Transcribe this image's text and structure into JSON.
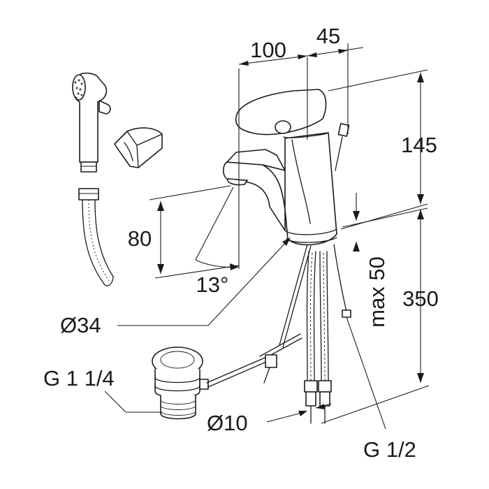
{
  "dimensions": {
    "width_100": "100",
    "offset_45": "45",
    "height_145": "145",
    "height_80": "80",
    "angle_13": "13°",
    "diameter_34": "Ø34",
    "max_50": "max 50",
    "length_350": "350",
    "thread_g114": "G 1 1/4",
    "diameter_10": "Ø10",
    "thread_g12": "G 1/2"
  },
  "colors": {
    "line": "#1a1a1a",
    "background": "#ffffff"
  }
}
